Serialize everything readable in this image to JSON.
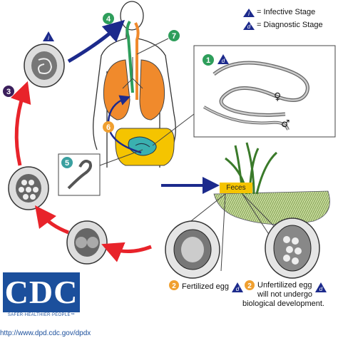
{
  "legend": {
    "infective": {
      "symbol": "i",
      "label": "= Infective Stage"
    },
    "diagnostic": {
      "symbol": "d",
      "label": "= Diagnostic Stage"
    }
  },
  "steps": {
    "s1": {
      "num": "1",
      "symbol": "d"
    },
    "s2": {
      "num": "2"
    },
    "s3": {
      "num": "3"
    },
    "s4": {
      "num": "4"
    },
    "s5": {
      "num": "5"
    },
    "s6": {
      "num": "6"
    },
    "s7": {
      "num": "7"
    },
    "infective_symbol": "i"
  },
  "labels": {
    "feces": "Feces",
    "fertilized_egg": "Fertilized egg",
    "fertilized_symbol": "d",
    "unfertilized_line1": "Unfertilized egg",
    "unfertilized_line2": "will not undergo",
    "unfertilized_line3": "biological development.",
    "unfertilized_symbol": "d",
    "female": "♀",
    "male": "♂"
  },
  "logo": {
    "text": "CDC",
    "tagline": "SAFER·HEALTHIER·PEOPLE™"
  },
  "url": "http://www.dpd.cdc.gov/dpdx",
  "colors": {
    "step_green": "#2e9e5b",
    "step_purple": "#3b1f5c",
    "step_orange": "#f0a030",
    "step_teal": "#3aa0a0",
    "arrow_red": "#e8232a",
    "arrow_blue": "#1c2a8c",
    "triangle": "#1c2a8c",
    "lungs": "#f08a2c",
    "intestine": "#f5c400",
    "small_intestine": "#3ab0b0"
  }
}
